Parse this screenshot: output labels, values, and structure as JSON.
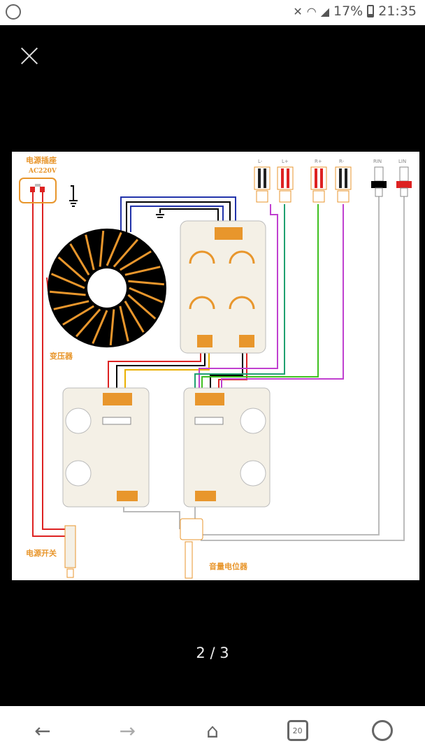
{
  "status_bar": {
    "app_icon": "whatsapp-icon",
    "battery": "17%",
    "time": "21:35"
  },
  "viewer": {
    "close_icon": "close-icon",
    "counter": "2 / 3"
  },
  "diagram": {
    "socket_label": "电源插座",
    "socket_voltage": "AC220V",
    "transformer_label": "变压器",
    "switch_label": "电源开关",
    "pot_label": "音量电位器",
    "terminals": [
      "L-",
      "L+",
      "R+",
      "R-",
      "RIN",
      "LIN"
    ]
  },
  "bottom_nav": {
    "tab_count": "20"
  }
}
